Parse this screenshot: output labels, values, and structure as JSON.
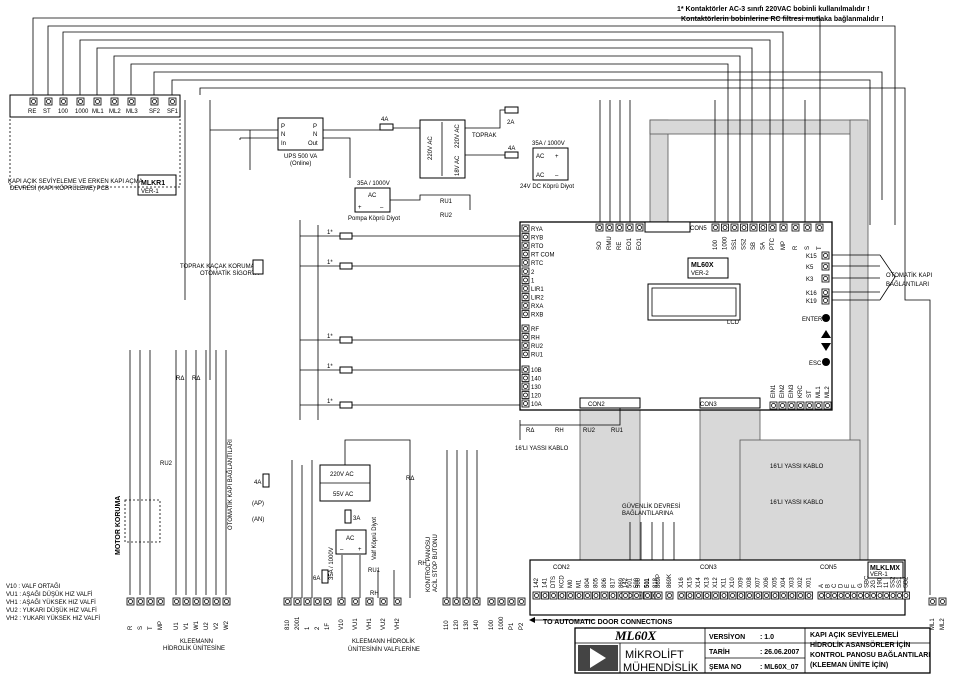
{
  "header": {
    "note_line1": "1* Kontaktörler AC-3 sınıfı 220VAC bobinli kullanılmalıdır !",
    "note_line2": "Kontaktörlerin bobinlerine RC filtresi mutlaka bağlanmalıdır !"
  },
  "mlkr1": {
    "terminals": [
      "RE",
      "ST",
      "100",
      "1000",
      "ML1",
      "ML2",
      "ML3",
      "SF2",
      "SF1"
    ],
    "name": "MLKR1",
    "version": "VER-1",
    "desc_line1": "KAPI AÇIK SEVİYELEME VE ERKEN KAPI AÇMA",
    "desc_line2": "DEVRESİ (KAPI KÖPRÜLEME) PCB"
  },
  "ups": {
    "label": "UPS 500 VA",
    "mode": "(Online)",
    "p": "P",
    "n": "N",
    "in": "In",
    "out": "Out"
  },
  "transformer": {
    "pri": "220V AC",
    "sec1": "220V AC",
    "sec2": "18V AC"
  },
  "fuses": {
    "f1": "4A",
    "f2": "2A",
    "f3": "4A",
    "f4": "4A",
    "f5": "3A",
    "f6": "6A"
  },
  "bridges": {
    "b1": "35A / 1000V",
    "b1_caption": "24V DC Köprü Diyot",
    "b2": "35A / 1000V",
    "b2_caption": "Pompa Köprü Diyot",
    "b3": "35A / 1000V",
    "b3_caption": "Valf Köprü Diyot"
  },
  "toprak": "TOPRAK",
  "toprak_kacak_1": "TOPRAK KAÇAK KORUMALI",
  "toprak_kacak_2": "OTOMATİK SİGORTA",
  "relays": [
    "RΔ",
    "RΔ",
    "RΔ",
    "RΔ",
    "RH",
    "RU2",
    "RU1",
    "RU2",
    "RU1",
    "RU1",
    "RU2",
    "RU2",
    "RΔ",
    "RH",
    "RU2",
    "RU1",
    "RU2",
    "RΔ",
    "RΔ",
    "RΔ",
    "RU1",
    "RH",
    "RH"
  ],
  "one_star": "1*",
  "ac_label": "AC",
  "plus": "+",
  "minus": "–",
  "ml60x": {
    "name": "ML60X",
    "version": "VER-2",
    "lcd": "LCD",
    "left_pins": [
      "RYA",
      "RYB",
      "RTO",
      "RT COM",
      "RTC",
      "2",
      "1",
      "LIR1",
      "LIR2",
      "RXA",
      "RXB",
      "RF",
      "RH",
      "RU2",
      "RU1",
      "10B",
      "140",
      "130",
      "120",
      "10A"
    ],
    "top_pins": [
      "SO",
      "RMU",
      "RE",
      "EO1",
      "EO1"
    ],
    "top_pins2": [
      "100",
      "1000",
      "SS1",
      "SS2",
      "SB",
      "SA",
      "PTC"
    ],
    "top_pins3": [
      "MP",
      "R",
      "S",
      "T"
    ],
    "right_pins": [
      "K15",
      "K5",
      "K3",
      "K16",
      "K19"
    ],
    "bottom_pins": [
      "EIN1",
      "EIN2",
      "EIN3",
      "KRC",
      "ST",
      "ML1",
      "ML2"
    ],
    "con5": "CON5",
    "con2": "CON2",
    "con3": "CON3",
    "enter": "ENTER",
    "esc": "ESC"
  },
  "otomatik_kapi": "OTOMATİK KAPI",
  "otomatik_kapi2": "BAĞLANTILARI",
  "yassi16_a": "16'LI YASSI KABLO",
  "yassi16_b": "16'LI YASSI KABLO",
  "yassi16_c": "16'LI YASSI KABLO",
  "guvenlik": "GÜVENLİK DEVRESİ",
  "guvenlik2": "BAĞLANTILARINA",
  "motor_koruma": "MOTOR KORUMA",
  "kapi_bobin": "OTOMATİK KAPI BAĞLANTILARI",
  "ap": "(AP)",
  "an": "(AN)",
  "ac220": "220V AC",
  "ac55": "55V AC",
  "kontrol_panosu": "KONTROL PANOSU",
  "acil_stop": "ACİL STOP BUTONU",
  "valf_legend": [
    "V10 : VALF ORTAĞI",
    "VU1 : AŞAĞI DÜŞÜK HIZ VALFİ",
    "VH1 : AŞAĞI YÜKSEK HIZ VALFİ",
    "VU2 : YUKARI DÜŞÜK HIZ VALFİ",
    "VH2 : YUKARI YÜKSEK HIZ VALFİ"
  ],
  "motor_terminals": [
    "R",
    "S",
    "T",
    "MP"
  ],
  "hydraulic_terminals": [
    "U1",
    "V1",
    "W1",
    "U2",
    "V2",
    "W2"
  ],
  "hydraulic_unit_1": "KLEEMANN",
  "hydraulic_unit_2": "HİDROLİK ÜNİTESİNE",
  "power_terminals": [
    "810",
    "2001",
    "1",
    "2",
    "1F"
  ],
  "valve_terminals": [
    "V10",
    "VU1",
    "VH1",
    "VU2",
    "VH2"
  ],
  "valve_caption_1": "KLEEMANN HİDROLİK",
  "valve_caption_2": "ÜNİTESİNİN VALFLERİNE",
  "ctrl_terminals": [
    "110",
    "120",
    "130",
    "140"
  ],
  "ctrl_terminals2": [
    "100",
    "1000",
    "P1",
    "P2"
  ],
  "mlklmx": {
    "name": "MLKLMX",
    "version": "VER-1",
    "con2": "CON2",
    "con3": "CON3",
    "con5": "CON5",
    "pins_a": [
      "142",
      "141",
      "DTS",
      "KCD",
      "M0",
      "M1",
      "804",
      "805",
      "806",
      "817",
      "869",
      "501",
      "500",
      "511",
      "818"
    ],
    "pins_b": [
      "142",
      "500",
      "501",
      "869P",
      "869K"
    ],
    "pins_c": [
      "X16",
      "X15",
      "X14",
      "X13",
      "X12",
      "X11",
      "X10",
      "X09",
      "X08",
      "X07",
      "X06",
      "X05",
      "X04",
      "X03",
      "X02",
      "X01"
    ],
    "pins_d": [
      "A",
      "B",
      "C",
      "D",
      "E",
      "F",
      "G",
      "SBC",
      "2G",
      "190",
      "11",
      "SS2",
      "SS1",
      "SB2"
    ],
    "pins_e": [
      "ML1",
      "ML2"
    ],
    "auto_door": "TO AUTOMATIC DOOR CONNECTIONS"
  },
  "titleblock": {
    "model": "ML60X",
    "company1": "MİKROLİFT",
    "company2": "MÜHENDİSLİK",
    "k_version": "VERSİYON",
    "v_version": ": 1.0",
    "k_date": "TARİH",
    "v_date": ": 26.06.2007",
    "k_sema": "ŞEMA NO",
    "v_sema": ": ML60X_07",
    "desc1": "KAPI AÇIK SEVİYELEMELİ",
    "desc2": "HİDROLİK ASANSÖRLER İÇİN",
    "desc3": "KONTROL PANOSU BAĞLANTILARI",
    "desc4": "(KLEEMAN ÜNİTE İÇİN)"
  }
}
